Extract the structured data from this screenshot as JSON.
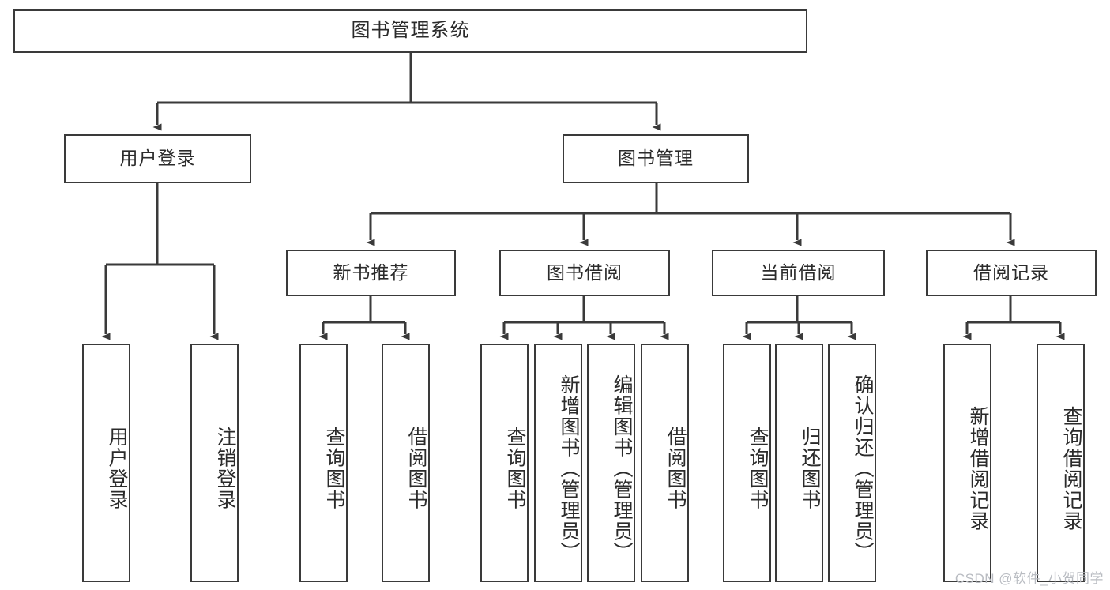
{
  "diagram": {
    "title": "图书管理系统",
    "type": "tree-hierarchy-diagram",
    "colors": {
      "box_border": "#3a3a3a",
      "box_fill": "#ffffff",
      "connector": "#3a3a3a",
      "text": "#2b2b2b",
      "watermark": "#b9bcc2",
      "background": "#ffffff"
    },
    "nodes": {
      "root": {
        "label": "图书管理系统"
      },
      "level2": [
        {
          "id": "user-login",
          "label": "用户登录"
        },
        {
          "id": "book-manage",
          "label": "图书管理"
        }
      ],
      "level3": [
        {
          "id": "new-book-recommend",
          "label": "新书推荐"
        },
        {
          "id": "book-borrow",
          "label": "图书借阅"
        },
        {
          "id": "current-borrow",
          "label": "当前借阅"
        },
        {
          "id": "borrow-record",
          "label": "借阅记录"
        }
      ],
      "leaves": {
        "user-login": [
          {
            "id": "leaf-user-login",
            "label": "用户登录"
          },
          {
            "id": "leaf-logout-login",
            "label": "注销登录"
          }
        ],
        "new-book-recommend": [
          {
            "id": "leaf-query-book-1",
            "label": "查询图书"
          },
          {
            "id": "leaf-borrow-book-1",
            "label": "借阅图书"
          }
        ],
        "book-borrow": [
          {
            "id": "leaf-query-book-2",
            "label": "查询图书"
          },
          {
            "id": "leaf-add-book",
            "label": "新增图书（管理员）"
          },
          {
            "id": "leaf-edit-book",
            "label": "编辑图书（管理员）"
          },
          {
            "id": "leaf-borrow-book-2",
            "label": "借阅图书"
          }
        ],
        "current-borrow": [
          {
            "id": "leaf-query-book-3",
            "label": "查询图书"
          },
          {
            "id": "leaf-return-book",
            "label": "归还图书"
          },
          {
            "id": "leaf-confirm-return",
            "label": "确认归还（管理员）"
          }
        ],
        "borrow-record": [
          {
            "id": "leaf-add-record",
            "label": "新增借阅记录"
          },
          {
            "id": "leaf-query-record",
            "label": "查询借阅记录"
          }
        ]
      }
    },
    "watermark": "CSDN @软件_小贺同学"
  }
}
